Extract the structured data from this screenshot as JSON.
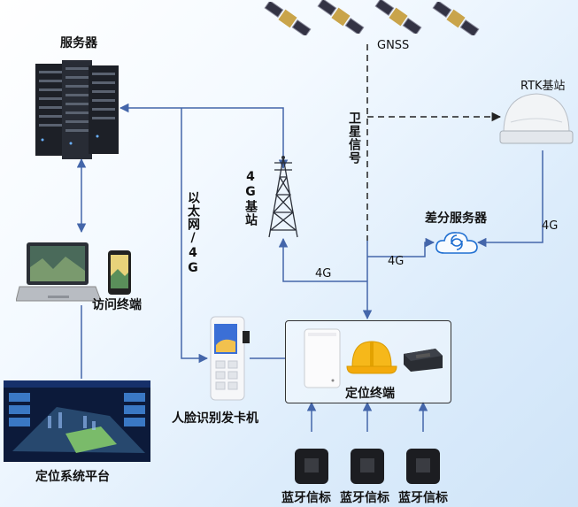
{
  "labels": {
    "server": "服务器",
    "gnss": "GNSS",
    "rtk": "RTK基站",
    "satellite_signal": "卫星信号",
    "station_4g": "4G基站",
    "ethernet_4g": "以太网/4G",
    "diff_server": "差分服务器",
    "link_4g_rtk": "4G",
    "link_4g_diff": "4G",
    "link_4g_tower": "4G",
    "access_terminal": "访问终端",
    "kiosk": "人脸识别发卡机",
    "locator": "定位终端",
    "platform": "定位系统平台",
    "beacons": [
      "蓝牙信标",
      "蓝牙信标",
      "蓝牙信标"
    ]
  },
  "colors": {
    "link": "#4466aa",
    "dashed": "#222222"
  }
}
